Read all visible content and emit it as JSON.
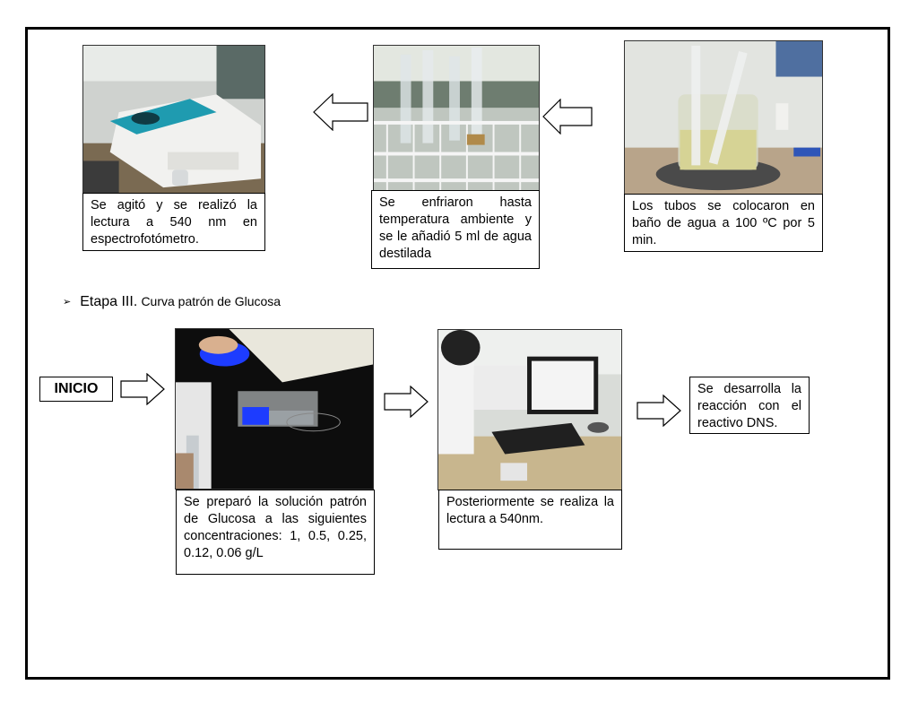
{
  "captions": {
    "step_spectro": "Se agitó y se realizó la lectura a 540 nm en espectrofotómetro.",
    "step_cool": "Se enfriaron hasta temperatura ambiente y se le añadió 5 ml de agua destilada",
    "step_bath": "Los tubos se colocaron en baño de agua a 100 ºC por 5 min.",
    "step_prep": "Se preparó la solución patrón de Glucosa a las siguientes concentraciones: 1, 0.5, 0.25, 0.12, 0.06 g/L",
    "step_read": "Posteriormente se realiza la lectura a 540nm.",
    "step_dns": "Se desarrolla la reacción con el reactivo DNS."
  },
  "stage": {
    "bullet": "➢",
    "title_large": "Etapa III.",
    "title_small": "Curva patrón de Glucosa"
  },
  "inicio_label": "INICIO",
  "colors": {
    "border": "#000000",
    "spectro_teal": "#1f9bb0",
    "dish_blue": "#1d3cff",
    "bench_black": "#0d0d0d"
  },
  "icons": {
    "arrow_left": "hollow-left-arrow",
    "arrow_right": "hollow-right-arrow"
  }
}
